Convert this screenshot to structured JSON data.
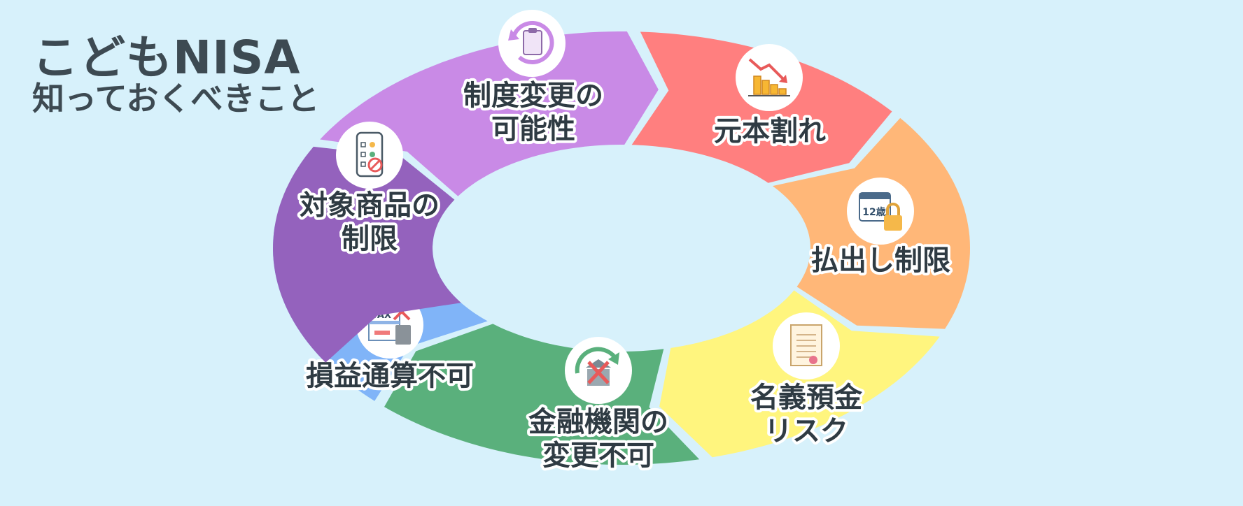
{
  "title": {
    "main": "こどもNISA",
    "sub": "知っておくべきこと"
  },
  "colors": {
    "background": "#d7f1fb",
    "title": "#3d4a52",
    "seg_policy": "#c98ae6",
    "seg_principal": "#ff7f7f",
    "seg_withdraw": "#ffb778",
    "seg_nominee": "#fff57e",
    "seg_institution": "#5ab07c",
    "seg_tax": "#80b4f8",
    "seg_products": "#9462bd"
  },
  "cycle": [
    {
      "key": "policy",
      "lines": [
        "制度変更の",
        "可能性"
      ],
      "icon": "clipboard-refresh-icon"
    },
    {
      "key": "principal",
      "lines": [
        "元本割れ"
      ],
      "icon": "declining-coins-chart-icon"
    },
    {
      "key": "withdraw",
      "lines": [
        "払出し制限"
      ],
      "icon": "calendar-lock-icon",
      "icon_text": "12歳"
    },
    {
      "key": "nominee",
      "lines": [
        "名義預金",
        "リスク"
      ],
      "icon": "certificate-document-icon"
    },
    {
      "key": "institution",
      "lines": [
        "金融機関の",
        "変更不可"
      ],
      "icon": "bank-change-prohibited-icon"
    },
    {
      "key": "tax",
      "lines": [
        "損益通算不可"
      ],
      "icon": "tax-calculator-cross-icon",
      "icon_text": "TAX"
    },
    {
      "key": "products",
      "lines": [
        "対象商品の",
        "制限"
      ],
      "icon": "phone-checklist-icon"
    }
  ]
}
